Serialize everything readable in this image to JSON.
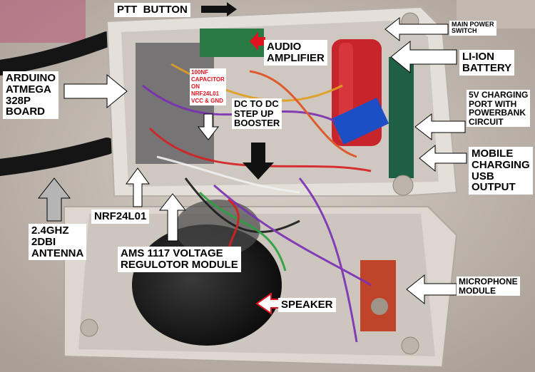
{
  "labels": {
    "ptt": "PTT  BUTTON",
    "main_power": "MAIN POWER\nSWITCH",
    "audio_amp": "AUDIO\nAMPLIFIER",
    "battery": "LI-ION\nBATTERY",
    "arduino": "ARDUINO\nATMEGA\n328P\nBOARD",
    "capacitor": "100NF\nCAPACITOR\nON\nNRF24L01\nVCC & GND",
    "booster": "DC TO DC\nSTEP UP\nBOOSTER",
    "charging_port": "5V CHARGING\nPORT WITH\nPOWERBANK\nCIRCUIT",
    "usb_output": "MOBILE\nCHARGING\nUSB\nOUTPUT",
    "antenna": "2.4GHZ\n2DBI\nANTENNA",
    "nrf": "NRF24L01",
    "ams": "AMS 1117 VOLTAGE\nREGULOTOR MODULE",
    "speaker": "SPEAKER",
    "microphone": "MICROPHONE\nMODULE"
  },
  "colors": {
    "label_text": "#000000",
    "capacitor_text": "#e0141e",
    "arrow_white": "#ffffff",
    "arrow_grey": "#b5b5b5",
    "arrow_black": "#111111"
  }
}
